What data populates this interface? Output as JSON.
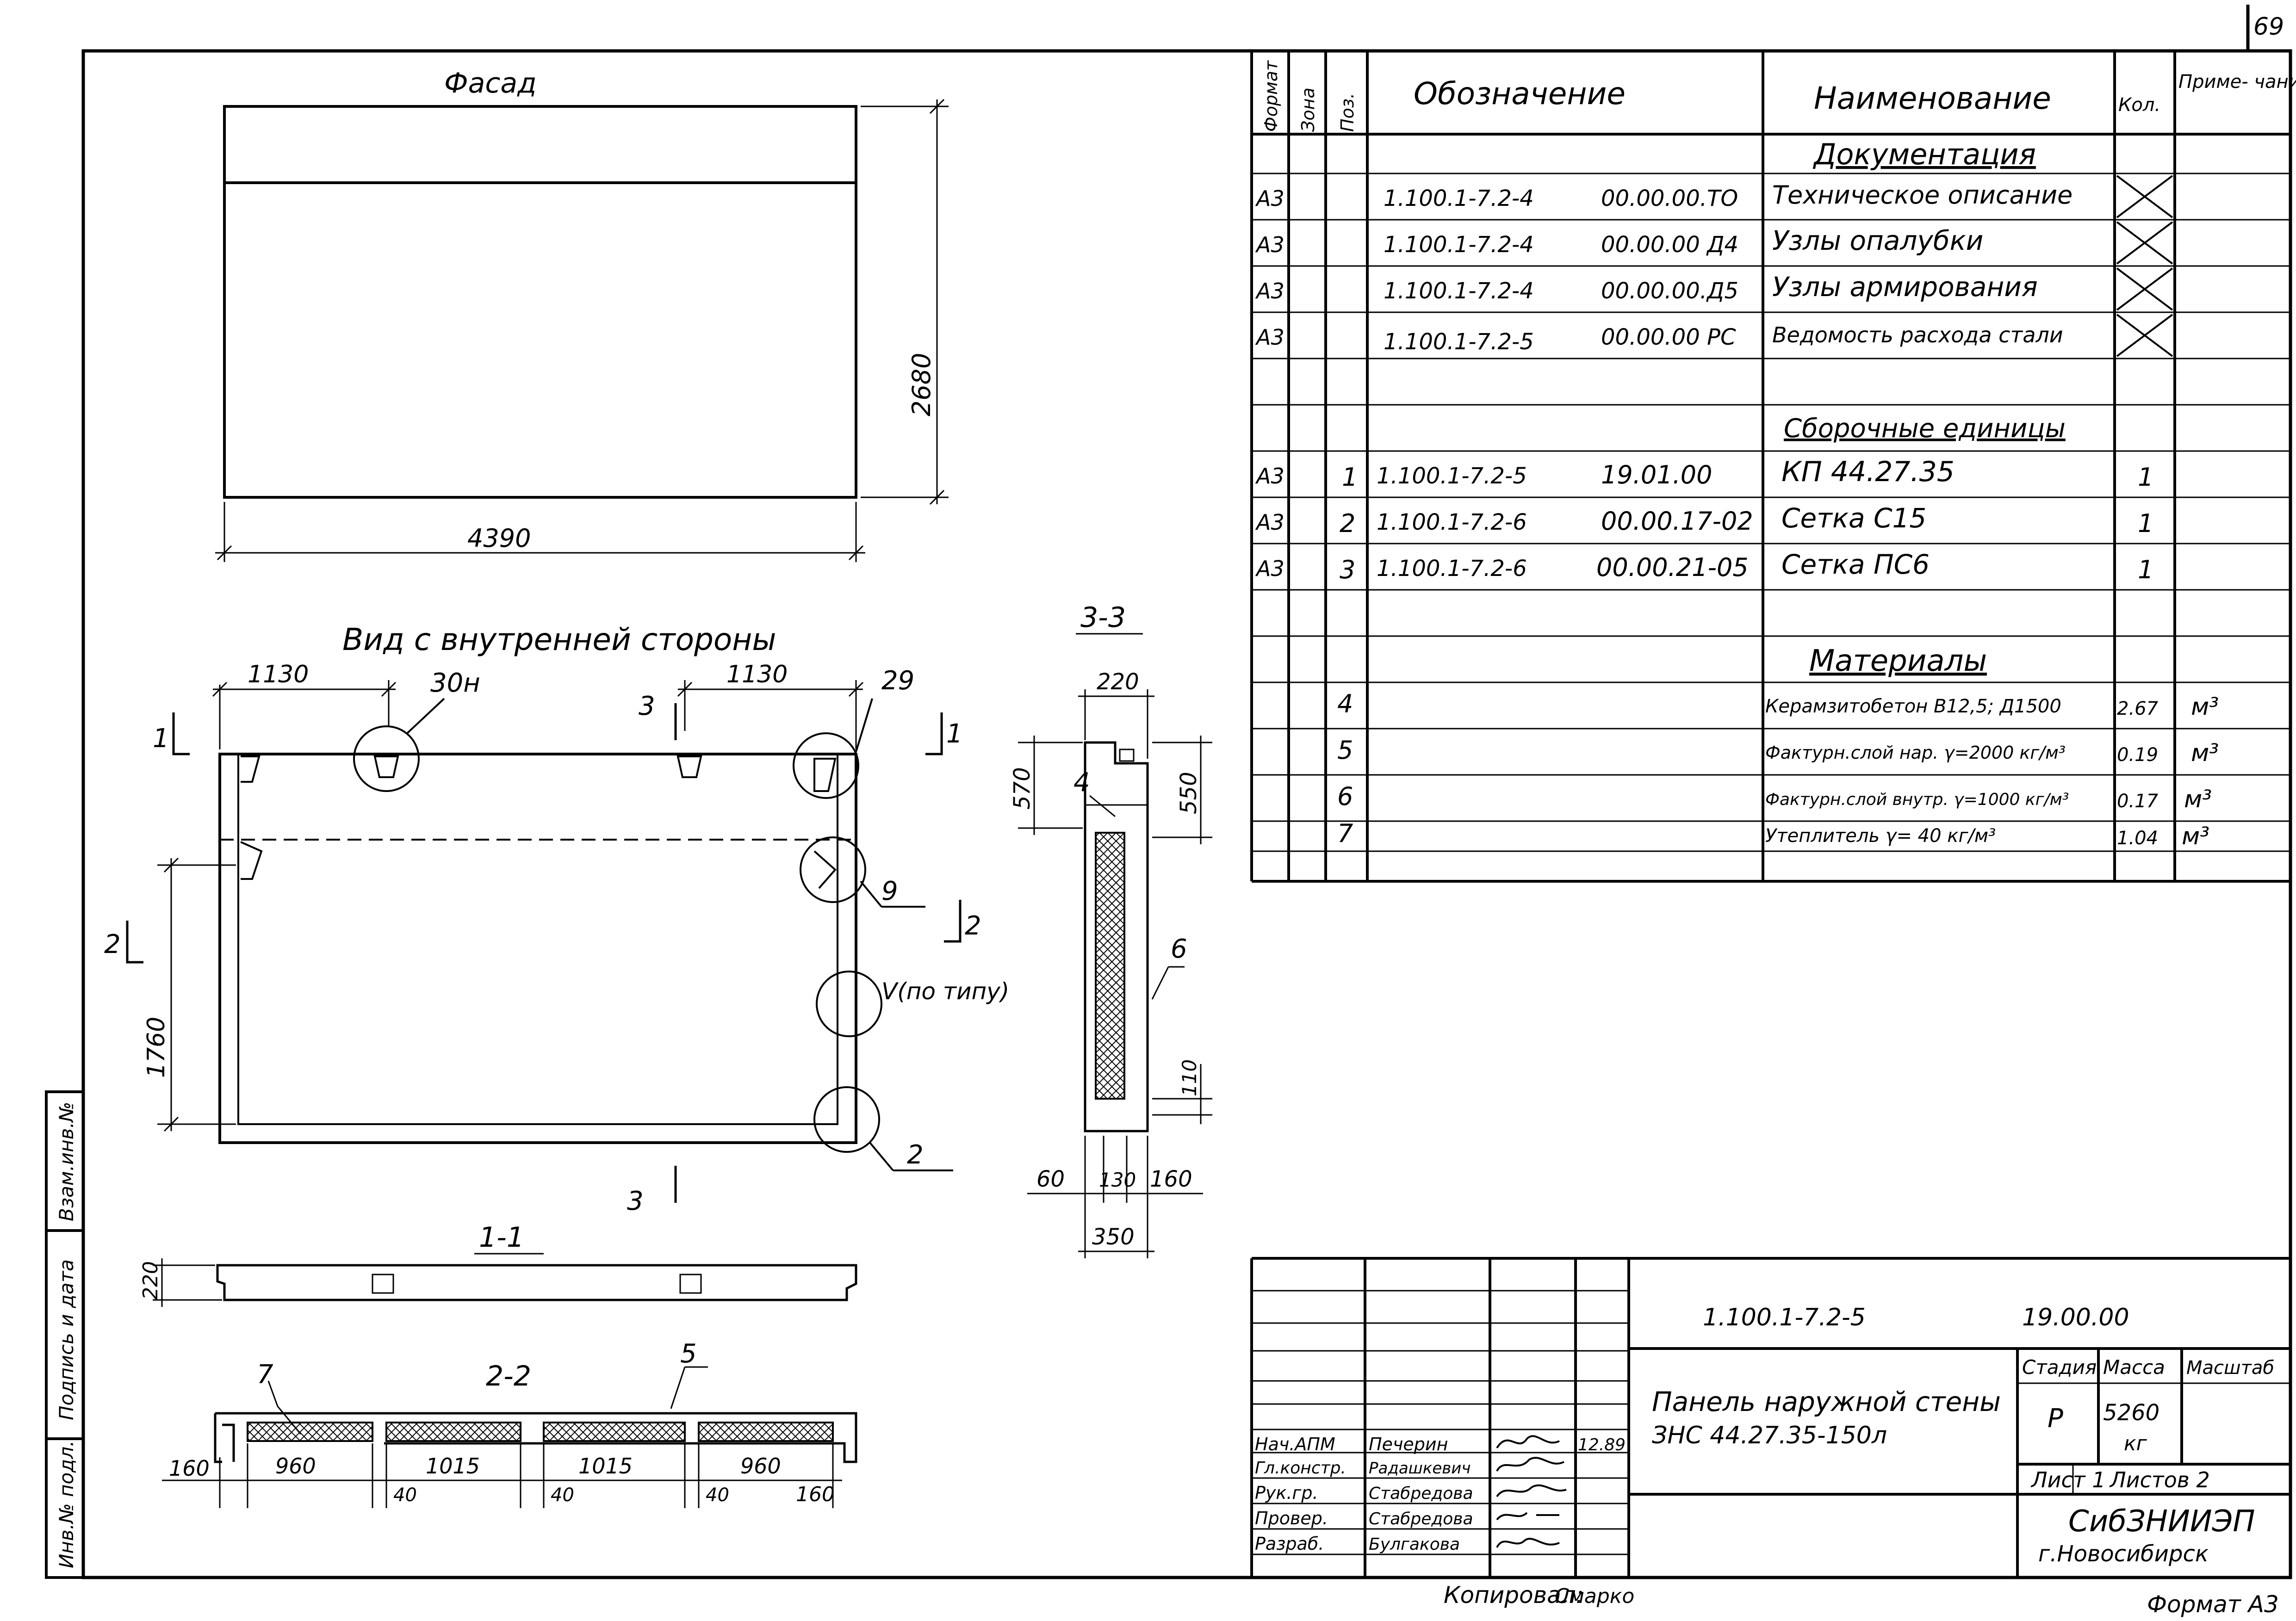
{
  "sheet_number": "69",
  "facade": {
    "title": "Фасад",
    "dim_height": "2680",
    "dim_width": "4390"
  },
  "inner_view": {
    "title": "Вид с внутренней стороны",
    "dims": [
      "1130",
      "1130",
      "1760"
    ],
    "callouts": [
      "30н",
      "29",
      "9",
      "V(по типу)",
      "2"
    ],
    "section_marks": [
      "1",
      "1",
      "2",
      "2",
      "3",
      "3"
    ]
  },
  "section_3_3": {
    "title": "3-3",
    "dims": [
      "220",
      "570",
      "550",
      "110",
      "60",
      "130",
      "160",
      "350"
    ],
    "callouts": [
      "4",
      "6"
    ]
  },
  "section_1_1": {
    "title": "1-1",
    "dim": "220"
  },
  "section_2_2": {
    "title": "2-2",
    "callouts": [
      "7",
      "5"
    ],
    "dims": [
      "160",
      "960",
      "1015",
      "1015",
      "960",
      "40",
      "40",
      "40",
      "160"
    ]
  },
  "spec": {
    "headers": {
      "format": "Формат",
      "zone": "Зона",
      "pos": "Поз.",
      "designation": "Обозначение",
      "name": "Наименование",
      "qty": "Кол.",
      "note": "Приме- чание"
    },
    "sections": {
      "docs": "Документация",
      "assembly": "Сборочные единицы",
      "materials": "Материалы"
    },
    "doc_rows": [
      {
        "format": "А3",
        "code": "1.100.1-7.2-4",
        "num": "00.00.00.ТО",
        "name": "Техническое описание"
      },
      {
        "format": "А3",
        "code": "1.100.1-7.2-4",
        "num": "00.00.00 Д4",
        "name": "Узлы опалубки"
      },
      {
        "format": "А3",
        "code": "1.100.1-7.2-4",
        "num": "00.00.00.Д5",
        "name": "Узлы армирования"
      },
      {
        "format": "А3",
        "code": "1.100.1-7.2-5",
        "num": "00.00.00 РС",
        "name": "Ведомость расхода стали"
      }
    ],
    "assembly_rows": [
      {
        "format": "А3",
        "pos": "1",
        "code": "1.100.1-7.2-5",
        "num": "19.01.00",
        "name": "КП 44.27.35",
        "qty": "1"
      },
      {
        "format": "А3",
        "pos": "2",
        "code": "1.100.1-7.2-6",
        "num": "00.00.17-02",
        "name": "Сетка С15",
        "qty": "1"
      },
      {
        "format": "А3",
        "pos": "3",
        "code": "1.100.1-7.2-6",
        "num": "00.00.21-05",
        "name": "Сетка ПС6",
        "qty": "1"
      }
    ],
    "material_rows": [
      {
        "pos": "4",
        "name": "Керамзитобетон В12,5; Д1500",
        "qty": "2.67",
        "note": "м³"
      },
      {
        "pos": "5",
        "name": "Фактурн.слой нар. γ=2000 кг/м³",
        "qty": "0.19",
        "note": "м³"
      },
      {
        "pos": "6",
        "name": "Фактурн.слой внутр. γ=1000 кг/м³",
        "qty": "0.17",
        "note": "м³"
      },
      {
        "pos": "7",
        "name": "Утеплитель γ= 40 кг/м³",
        "qty": "1.04",
        "note": "м³"
      }
    ]
  },
  "title_block": {
    "code": "1.100.1-7.2-5",
    "code_suffix": "19.00.00",
    "name_line1": "Панель наружной стены",
    "name_line2": "ЗНС 44.27.35-150л",
    "stage_label": "Стадия",
    "mass_label": "Масса",
    "scale_label": "Масштаб",
    "stage": "Р",
    "mass": "5260",
    "mass_unit": "кг",
    "sheet": "Лист 1",
    "sheets": "Листов 2",
    "org1": "СибЗНИИЭП",
    "org2": "г.Новосибирск",
    "date": "12.89",
    "roles": [
      {
        "role": "Нач.АПМ",
        "person": "Печерин"
      },
      {
        "role": "Гл.констр.",
        "person": "Радашкевич"
      },
      {
        "role": "Рук.гр.",
        "person": "Стабредова"
      },
      {
        "role": "Провер.",
        "person": "Стабредова"
      },
      {
        "role": "Разраб.",
        "person": "Булгакова"
      }
    ]
  },
  "side_stamp": [
    "Инв.№ подл.",
    "Подпись и дата",
    "Взам.инв.№"
  ],
  "footer": {
    "copied": "Копировал:",
    "copied_sign": "Смарко",
    "format": "Формат А3"
  }
}
